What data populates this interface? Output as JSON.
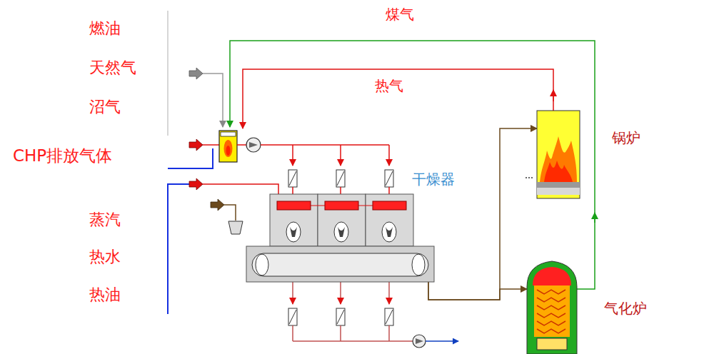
{
  "diagram": {
    "nodes": [
      {
        "text": [
          "干燥器"
        ]
      },
      {
        "text": [
          "锅炉"
        ]
      },
      {
        "text": [
          "气化炉"
        ]
      }
    ],
    "edges": [
      {
        "from": 0,
        "to": 1,
        "arrow": "to"
      },
      {
        "from": 0,
        "to": 2,
        "arrow": "to"
      }
    ],
    "labels": [
      "燃油",
      "天然气",
      "沼气",
      "CHP排放气体",
      "蒸汽",
      "热水",
      "热油",
      "煤气",
      "热气"
    ]
  }
}
